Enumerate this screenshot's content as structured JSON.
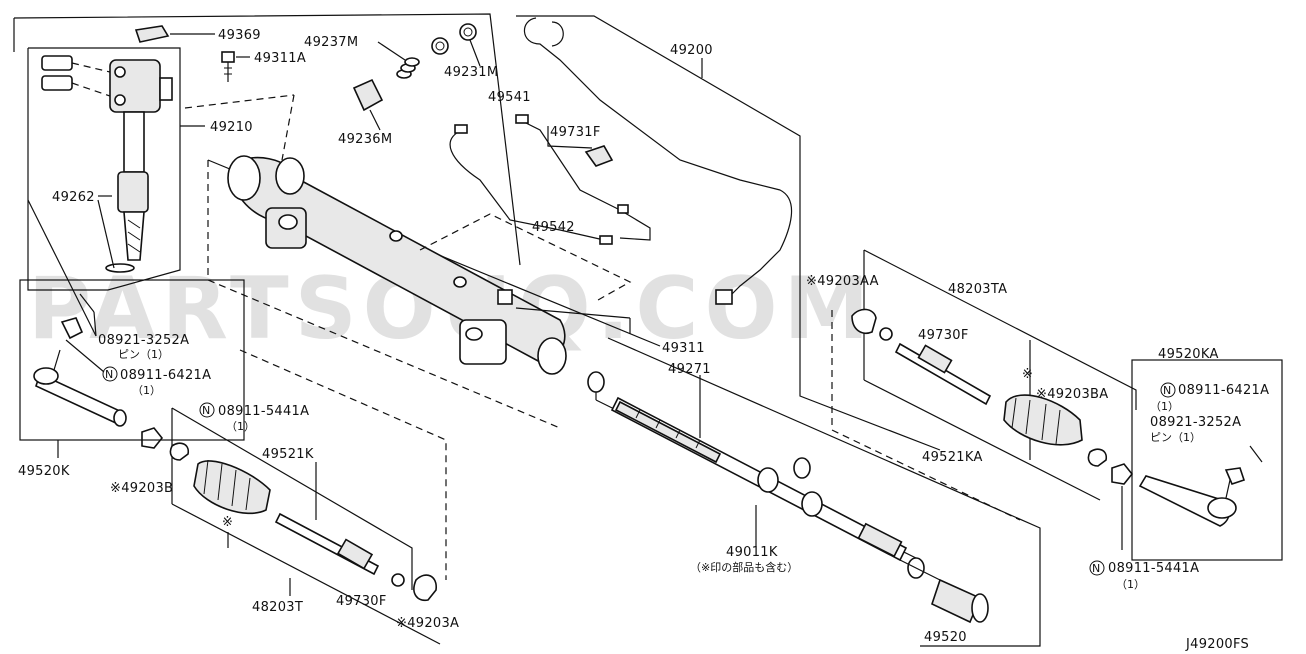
{
  "diagram": {
    "watermark": "PARTSOUQ.COM",
    "code": "J49200FS",
    "labels": {
      "p49369": "49369",
      "p49311A": "49311A",
      "p49210": "49210",
      "p49262": "49262",
      "p49237M": "49237M",
      "p49231M": "49231M",
      "p49236M": "49236M",
      "p49541": "49541",
      "p49731F": "49731F",
      "p49542": "49542",
      "p49200": "49200",
      "p49311": "49311",
      "p49271": "49271",
      "p49203AA": "※49203AA",
      "p48203TA": "48203TA",
      "p49730F_r": "49730F",
      "p49203BA": "※49203BA",
      "p49521KA": "49521KA",
      "p49520KA": "49520KA",
      "n08911_6421A_r": "08911-6421A",
      "qty1_r1": "（1）",
      "p08921_3252A_r": "08921-3252A",
      "pin1_r": "ピン（1）",
      "n08911_5441A_r": "08911-5441A",
      "qty1_r2": "（1）",
      "p49520": "49520",
      "p49011K": "49011K",
      "p49011K_note": "（※印の部品も含む）",
      "p08921_3252A_l": "08921-3252A",
      "pin1_l": "ピン（1）",
      "n08911_6421A_l": "08911-6421A",
      "qty1_l1": "（1）",
      "p49520K": "49520K",
      "n08911_5441A_l": "08911-5441A",
      "qty1_l2": "（1）",
      "p49521K": "49521K",
      "p49203B": "※49203B",
      "star_l": "※",
      "star_r": "※",
      "p48203T": "48203T",
      "p49730F_l": "49730F",
      "p49203A": "※49203A",
      "n_letter": "N"
    }
  }
}
